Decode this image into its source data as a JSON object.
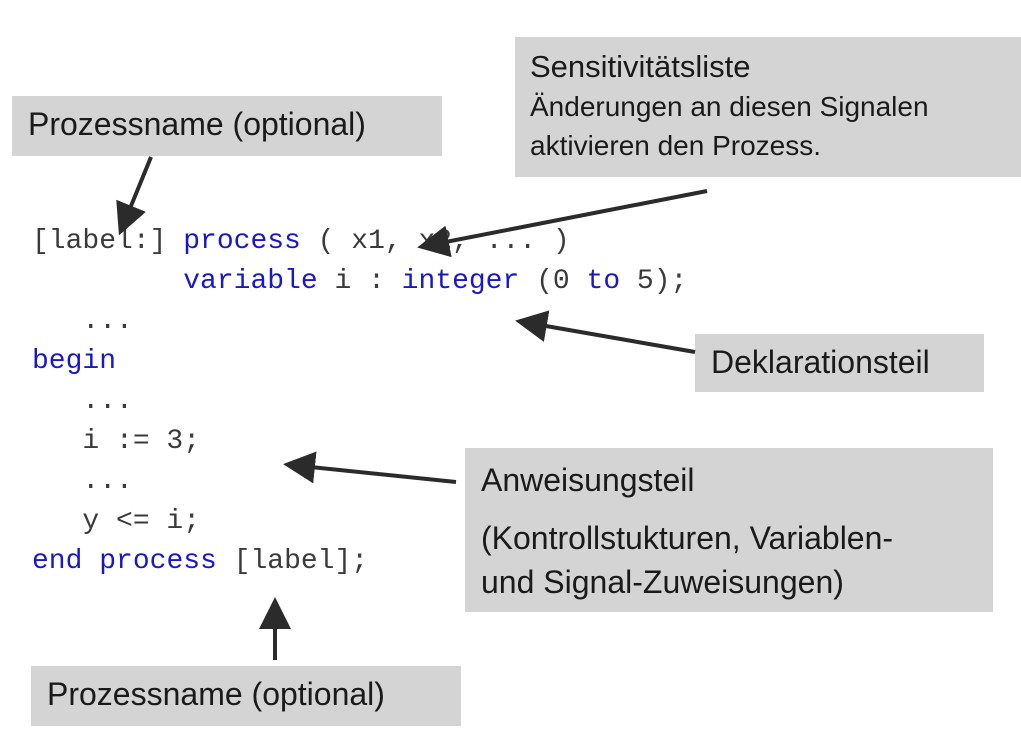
{
  "callouts": {
    "process_name_top": "Prozessname (optional)",
    "sensitivity_title": "Sensitivitätsliste",
    "sensitivity_line1": "Änderungen an diesen Signalen",
    "sensitivity_line2": "aktivieren den Prozess.",
    "declaration": "Deklarationsteil",
    "statements_title": "Anweisungsteil",
    "statements_line1": "(Kontrollstukturen, Variablen-",
    "statements_line2": "und Signal-Zuweisungen)",
    "process_name_bottom": "Prozessname (optional)"
  },
  "code": {
    "l1_label": "[label:] ",
    "l1_kw": "process",
    "l1_rest": " ( x1, x2, ... )",
    "l2_indent": "         ",
    "l2_kw1": "variable",
    "l2_mid": " i : ",
    "l2_kw2": "integer",
    "l2_paren": " (0 ",
    "l2_kw3": "to",
    "l2_end": " 5);",
    "l3": "   ...",
    "l4_kw": "begin",
    "l5": "   ...",
    "l6": "   i := 3;",
    "l7": "   ...",
    "l8": "   y <= i;",
    "l9_kw1": "end",
    "l9_sp": " ",
    "l9_kw2": "process",
    "l9_rest": " [label];"
  },
  "colors": {
    "keyword": "#1818c8",
    "code_text": "#3a3a3a",
    "callout_bg": "#d4d4d4",
    "arrow": "#2b2b2b"
  }
}
